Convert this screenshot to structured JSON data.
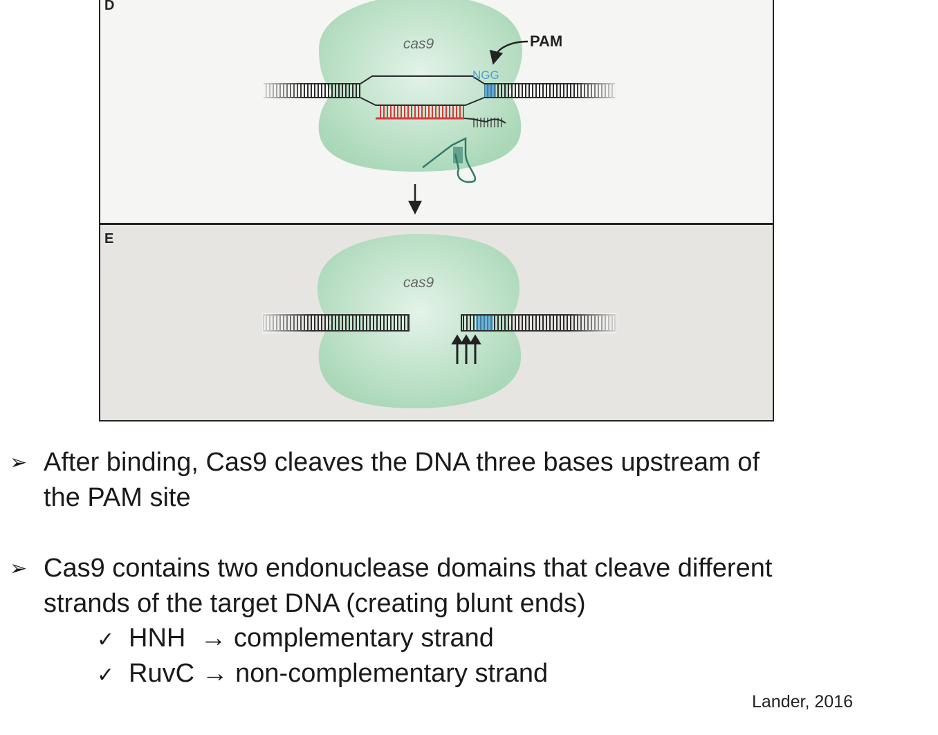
{
  "figure": {
    "panel_d": {
      "letter": "D",
      "protein_label": "cas9",
      "pam_label": "PAM",
      "pam_sequence": "NGG"
    },
    "panel_e": {
      "letter": "E",
      "protein_label": "cas9"
    },
    "colors": {
      "cas9": "#b4dcc0",
      "dna": "#2b2b2b",
      "pam": "#4a9fd6",
      "guide_rna": "#d63a3a",
      "scaffold": "#2e7a6c"
    }
  },
  "bullets": [
    {
      "marker": "➢",
      "lines": [
        "After binding, Cas9 cleaves the DNA three bases upstream of",
        "the PAM site"
      ]
    },
    {
      "marker": "➢",
      "lines": [
        "Cas9 contains two endonuclease domains that cleave different",
        "strands of the target DNA (creating blunt ends)"
      ],
      "subitems": [
        {
          "check": "✓",
          "text": "HNH  → complementary strand"
        },
        {
          "check": "✓",
          "text": "RuvC → non-complementary strand"
        }
      ]
    }
  ],
  "citation": "Lander, 2016"
}
